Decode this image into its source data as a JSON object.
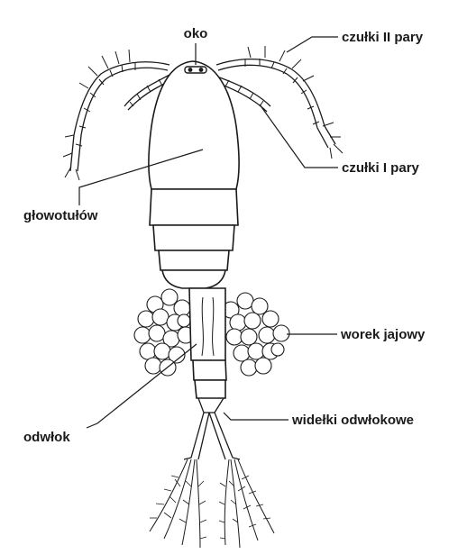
{
  "labels": {
    "oko": "oko",
    "czulki_ii": "czułki II pary",
    "czulki_i": "czułki I pary",
    "glowotulow": "głowotułów",
    "worek": "worek jajowy",
    "odwlok": "odwłok",
    "widelki": "widełki odwłokowe"
  },
  "colors": {
    "ink": "#1a1a1a",
    "paper": "#ffffff"
  }
}
